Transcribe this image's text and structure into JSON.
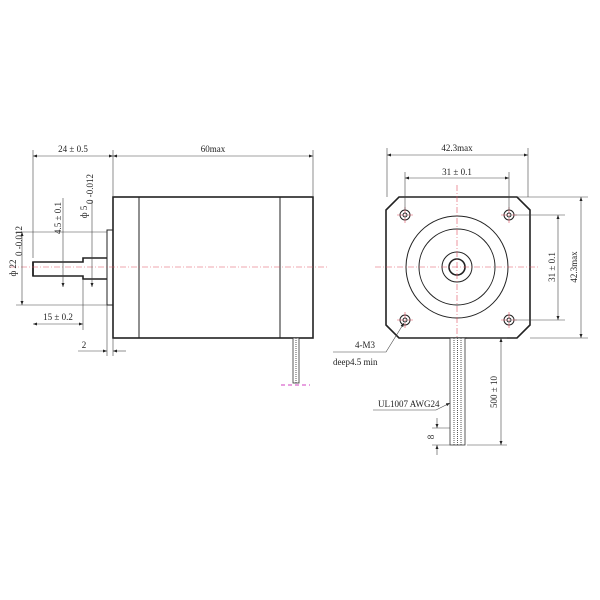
{
  "side_view": {
    "shaft_length": "24 ± 0.5",
    "body_length": "60max",
    "flange_diameter": "ф 22",
    "flange_tolerance": "0 -0.012",
    "flat_depth": "4.5 ± 0.1",
    "shaft_diameter": "ф 5",
    "shaft_tolerance": "0 -0.012",
    "flat_length": "15 ± 0.2",
    "flange_thickness": "2"
  },
  "front_view": {
    "body_width": "42.3max",
    "hole_spacing_h": "31 ± 0.1",
    "hole_spacing_v": "31 ± 0.1",
    "body_height": "42.3max",
    "hole_spec": "4-M3",
    "hole_depth": "deep4.5 min",
    "wire_spec": "UL1007 AWG24",
    "wire_length": "500 ± 10",
    "strip_length": "8"
  },
  "colors": {
    "centerline": "#e05060",
    "line": "#222222",
    "marker": "#d040c0"
  }
}
